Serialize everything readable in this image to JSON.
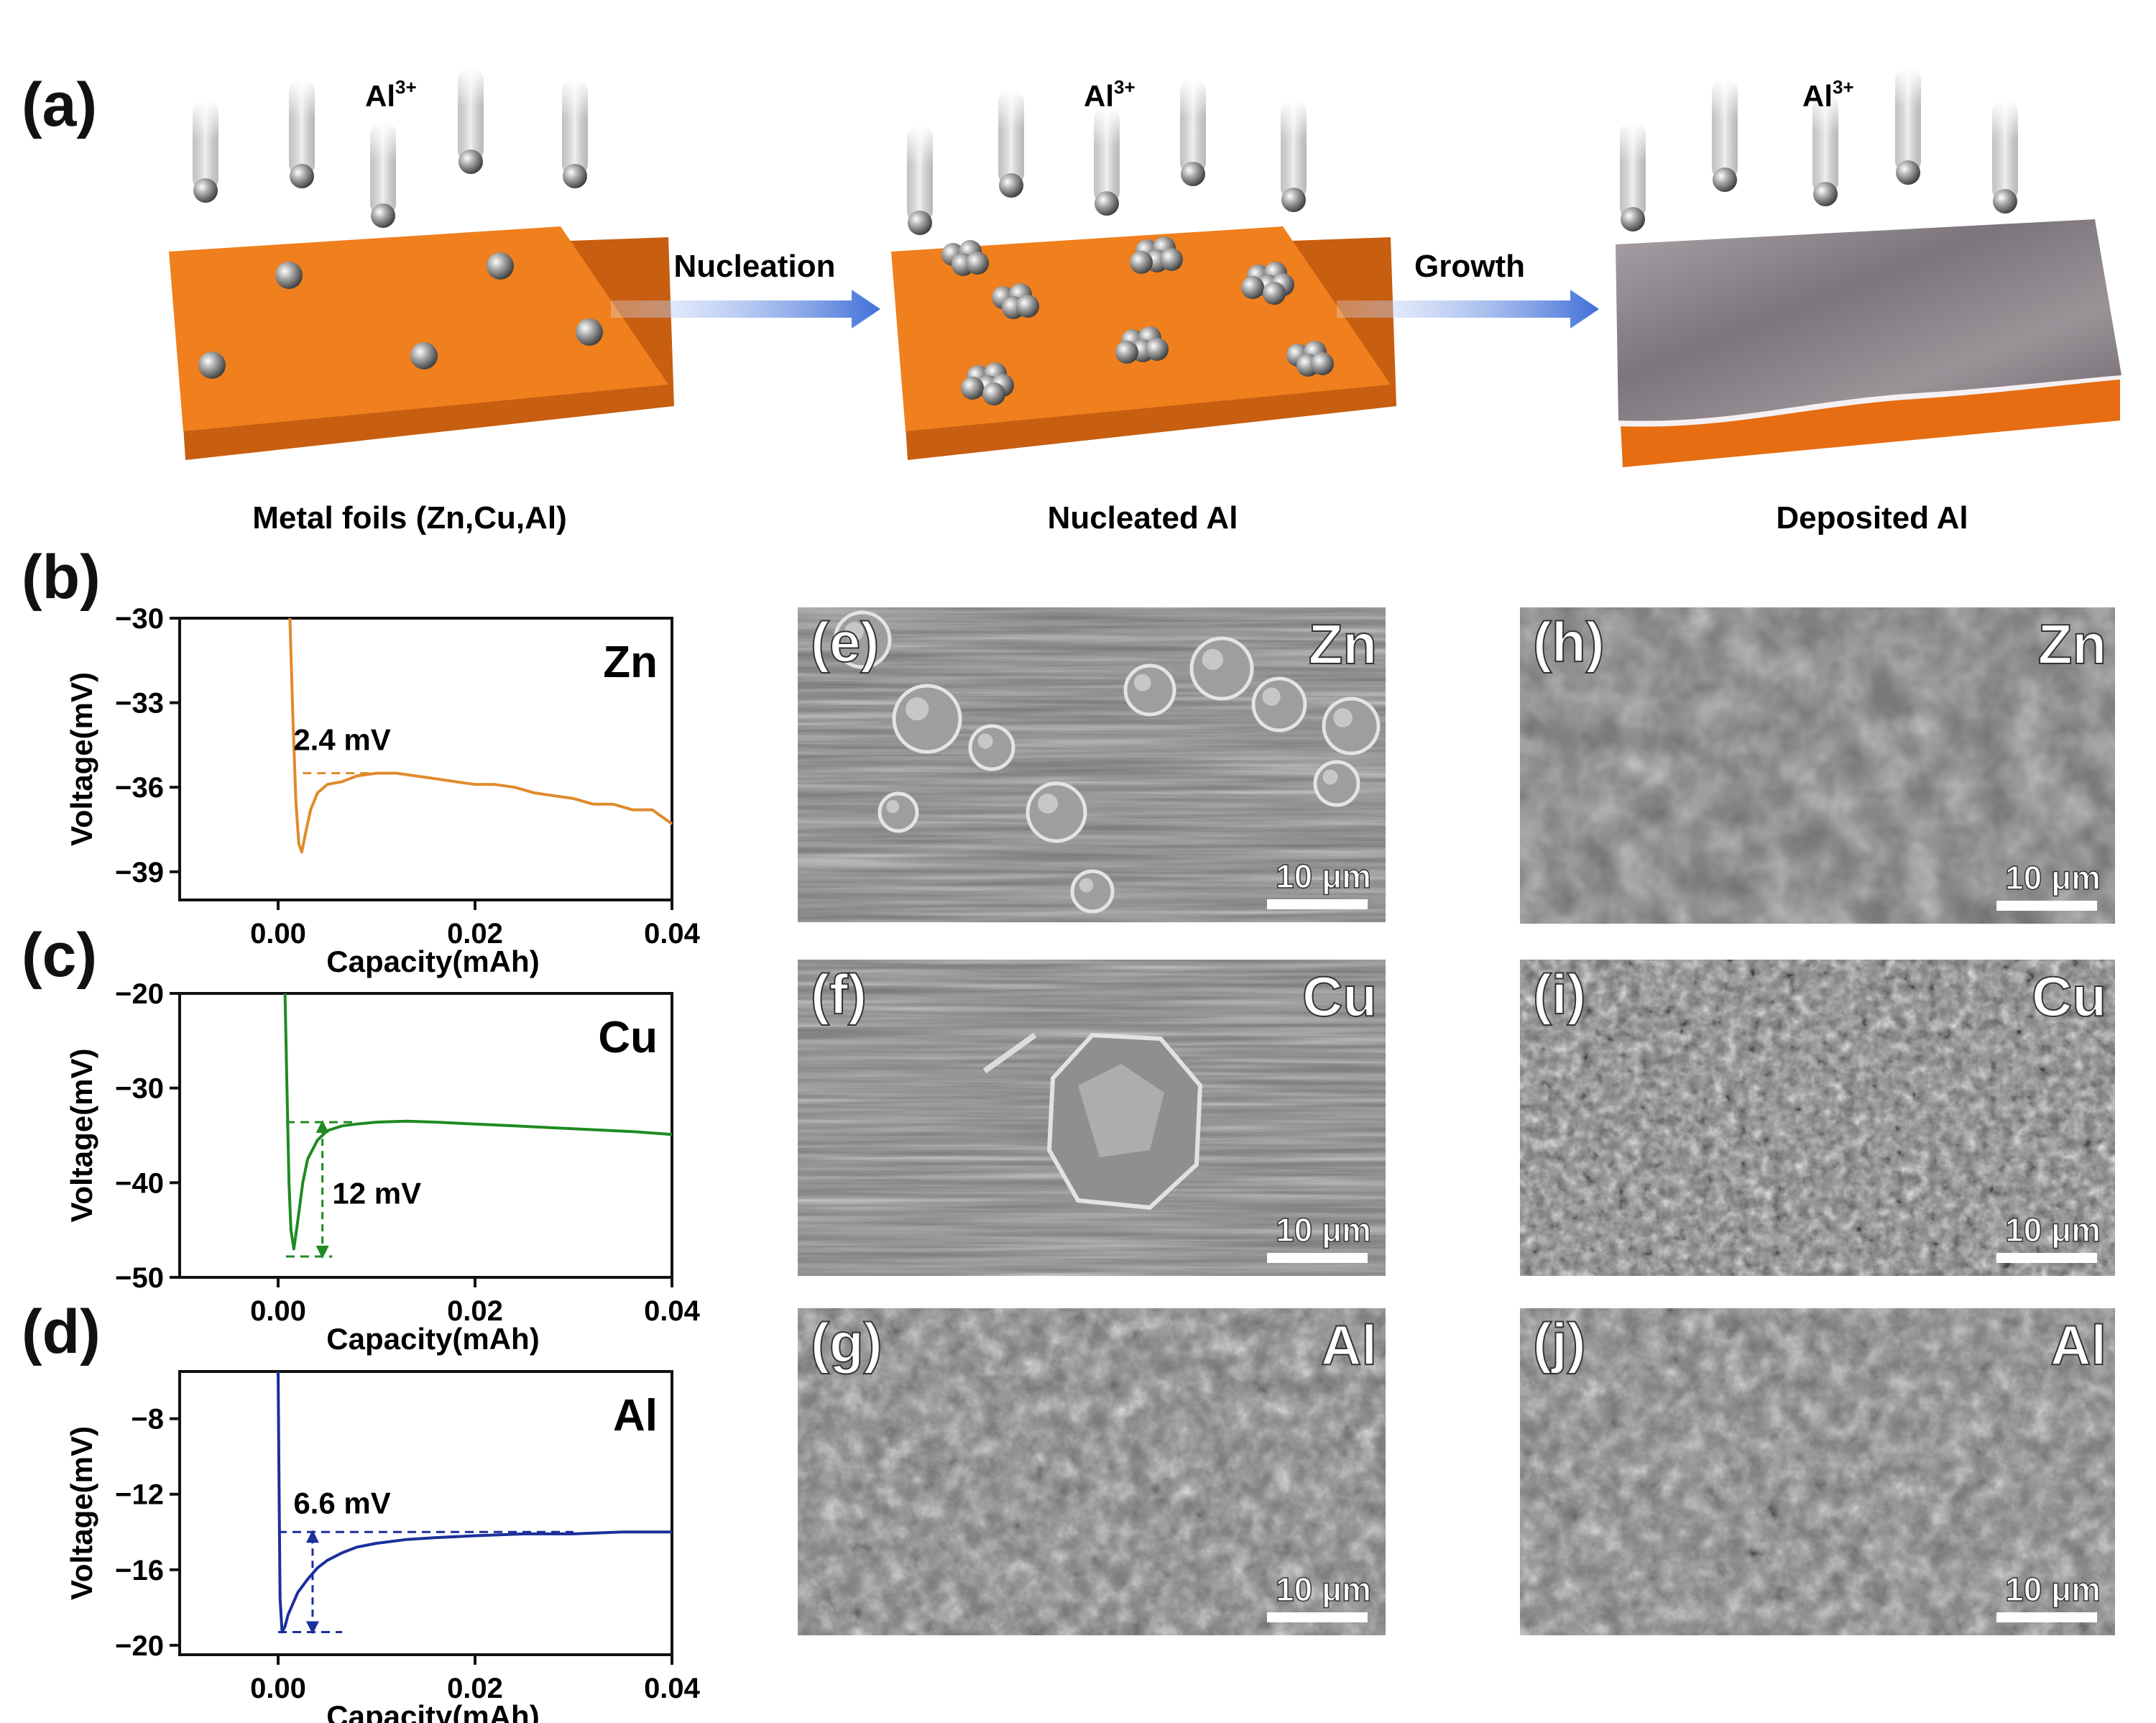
{
  "panel_labels": [
    "(a)",
    "(b)",
    "(c)",
    "(d)",
    "(e)",
    "(f)",
    "(g)",
    "(h)",
    "(i)",
    "(j)"
  ],
  "schematic": {
    "ion_label": "Al",
    "ion_charge": "3+",
    "arrows": [
      "Nucleation",
      "Growth"
    ],
    "captions": [
      "Metal foils (Zn,Cu,Al)",
      "Nucleated Al",
      "Deposited Al"
    ],
    "colors": {
      "foil": "#f07f1e",
      "foil_dark": "#c85e10",
      "deposit": "#8a8388",
      "arrow": "#3f6fd8"
    }
  },
  "chart_data": [
    {
      "type": "line",
      "panel": "(b)",
      "metal": "Zn",
      "color": "#e08a2c",
      "xlabel": "Capacity(mAh)",
      "ylabel": "Voltage(mV)",
      "xlim": [
        -0.01,
        0.04
      ],
      "ylim": [
        -40,
        -30
      ],
      "xticks": [
        0.0,
        0.02,
        0.04
      ],
      "xtick_labels": [
        "0.00",
        "0.02",
        "0.04"
      ],
      "yticks": [
        -30,
        -33,
        -36,
        -39
      ],
      "ytick_labels": [
        "−30",
        "−33",
        "−36",
        "−39"
      ],
      "annotation": "2.4 mV",
      "x": [
        0.0012,
        0.0015,
        0.0018,
        0.0021,
        0.0024,
        0.0028,
        0.0033,
        0.004,
        0.005,
        0.0065,
        0.008,
        0.01,
        0.012,
        0.014,
        0.016,
        0.018,
        0.02,
        0.022,
        0.024,
        0.026,
        0.028,
        0.03,
        0.032,
        0.034,
        0.036,
        0.038,
        0.04
      ],
      "y": [
        -30.0,
        -33.5,
        -36.5,
        -38.0,
        -38.3,
        -37.6,
        -36.8,
        -36.2,
        -35.9,
        -35.8,
        -35.6,
        -35.5,
        -35.5,
        -35.6,
        -35.7,
        -35.8,
        -35.9,
        -35.9,
        -36.0,
        -36.2,
        -36.3,
        -36.4,
        -36.6,
        -36.6,
        -36.8,
        -36.8,
        -37.3
      ],
      "nucleation_overpotential": {
        "min": -38.3,
        "plateau": -35.5
      }
    },
    {
      "type": "line",
      "panel": "(c)",
      "metal": "Cu",
      "color": "#1f8a22",
      "xlabel": "Capacity(mAh)",
      "ylabel": "Voltage(mV)",
      "xlim": [
        -0.01,
        0.04
      ],
      "ylim": [
        -50,
        -20
      ],
      "xticks": [
        0.0,
        0.02,
        0.04
      ],
      "xtick_labels": [
        "0.00",
        "0.02",
        "0.04"
      ],
      "yticks": [
        -20,
        -30,
        -40,
        -50
      ],
      "ytick_labels": [
        "−20",
        "−30",
        "−40",
        "−50"
      ],
      "annotation": "12 mV",
      "x": [
        0.0007,
        0.0009,
        0.0011,
        0.0013,
        0.0016,
        0.002,
        0.0025,
        0.003,
        0.004,
        0.005,
        0.0065,
        0.008,
        0.01,
        0.013,
        0.016,
        0.02,
        0.024,
        0.028,
        0.032,
        0.036,
        0.04
      ],
      "y": [
        -20.0,
        -30.0,
        -40.0,
        -45.0,
        -47.0,
        -44.0,
        -40.0,
        -37.5,
        -35.5,
        -34.5,
        -34.0,
        -33.8,
        -33.6,
        -33.5,
        -33.6,
        -33.8,
        -34.0,
        -34.2,
        -34.4,
        -34.6,
        -34.9
      ],
      "nucleation_overpotential": {
        "min": -47.8,
        "plateau": -33.6
      }
    },
    {
      "type": "line",
      "panel": "(d)",
      "metal": "Al",
      "color": "#1c2f9c",
      "xlabel": "Capacity(mAh)",
      "ylabel": "Voltage(mV)",
      "xlim": [
        -0.01,
        0.04
      ],
      "ylim": [
        -20.5,
        -5.5
      ],
      "xticks": [
        0.0,
        0.02,
        0.04
      ],
      "xtick_labels": [
        "0.00",
        "0.02",
        "0.04"
      ],
      "yticks": [
        -8,
        -12,
        -16,
        -20
      ],
      "ytick_labels": [
        "−8",
        "−12",
        "−16",
        "−20"
      ],
      "annotation": "6.6 mV",
      "x": [
        0.0,
        0.0001,
        0.0002,
        0.0004,
        0.0007,
        0.001,
        0.0015,
        0.002,
        0.003,
        0.004,
        0.005,
        0.0065,
        0.008,
        0.01,
        0.013,
        0.016,
        0.02,
        0.025,
        0.03,
        0.035,
        0.04
      ],
      "y": [
        -5.5,
        -12.0,
        -17.5,
        -19.3,
        -19.0,
        -18.4,
        -17.8,
        -17.2,
        -16.5,
        -15.9,
        -15.5,
        -15.1,
        -14.8,
        -14.6,
        -14.4,
        -14.3,
        -14.2,
        -14.1,
        -14.1,
        -14.0,
        -14.0
      ],
      "nucleation_overpotential": {
        "min": -19.3,
        "plateau": -14.0
      }
    }
  ],
  "sem_images": [
    {
      "panel": "(e)",
      "metal": "Zn",
      "scale": "10 μm",
      "style": "crystals-on-striated"
    },
    {
      "panel": "(f)",
      "metal": "Cu",
      "scale": "10 μm",
      "style": "single-crystal-on-striated"
    },
    {
      "panel": "(g)",
      "metal": "Al",
      "scale": "10 μm",
      "style": "rough"
    },
    {
      "panel": "(h)",
      "metal": "Zn",
      "scale": "10 μm",
      "style": "smooth"
    },
    {
      "panel": "(i)",
      "metal": "Cu",
      "scale": "10 μm",
      "style": "porous"
    },
    {
      "panel": "(j)",
      "metal": "Al",
      "scale": "10 μm",
      "style": "rough"
    }
  ]
}
